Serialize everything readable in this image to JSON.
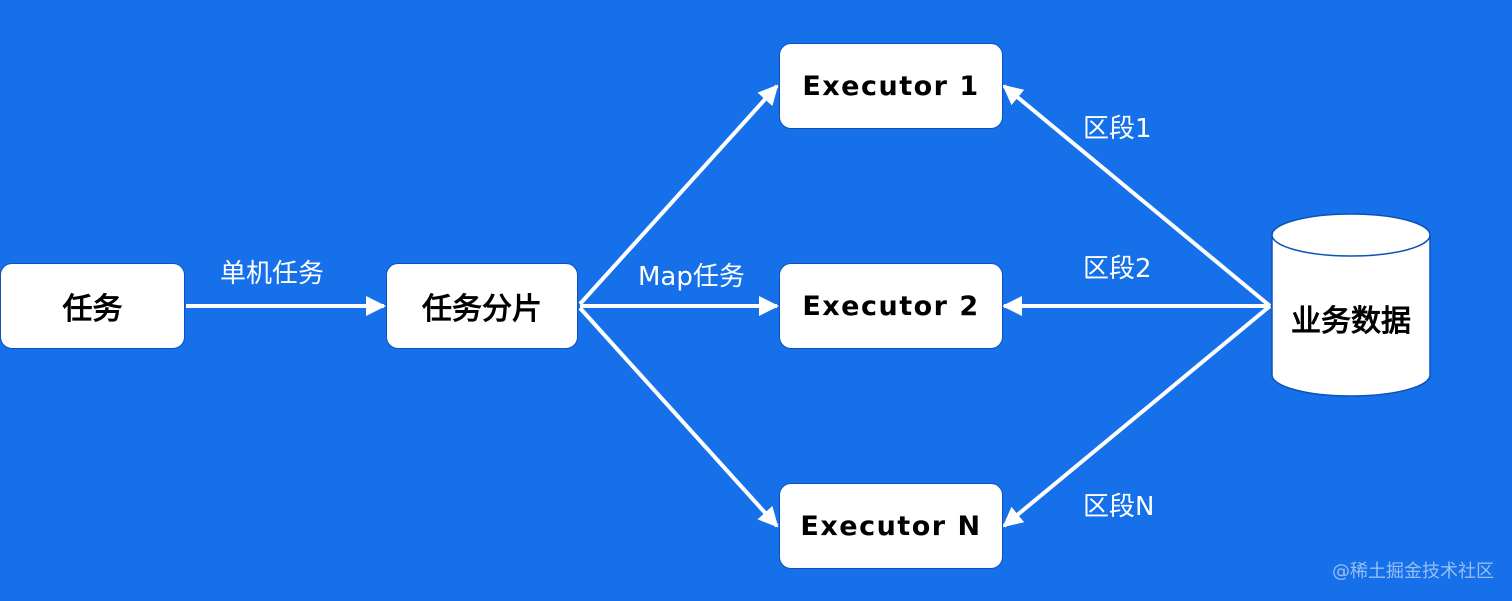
{
  "diagram": {
    "nodes": {
      "task": "任务",
      "sharding": "任务分片",
      "executor_1": "Executor 1",
      "executor_2": "Executor 2",
      "executor_n": "Executor N",
      "business_data": "业务数据"
    },
    "edges": {
      "task_to_sharding": "单机任务",
      "sharding_to_executors": "Map任务",
      "segment_1": "区段1",
      "segment_2": "区段2",
      "segment_n": "区段N"
    }
  },
  "watermark": "@稀土掘金技术社区",
  "colors": {
    "background": "#1570E9",
    "node_fill": "#FFFFFF",
    "arrow": "#FFFFFF"
  }
}
